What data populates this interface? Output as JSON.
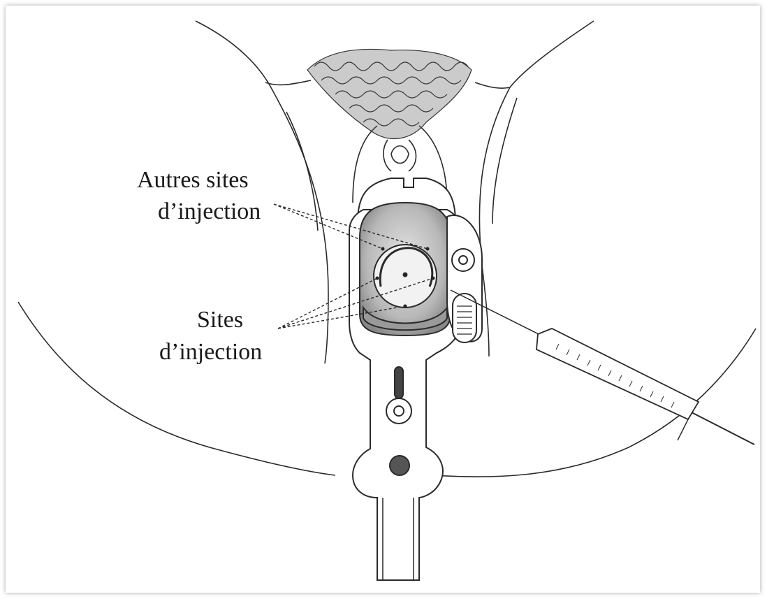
{
  "labels": {
    "other_sites_line1": "Autres sites",
    "other_sites_line2": "d’injection",
    "sites_line1": "Sites",
    "sites_line2": "d’injection"
  },
  "colors": {
    "line": "#2a2a2a",
    "background": "#ffffff",
    "shade": "#9a9a9a"
  }
}
